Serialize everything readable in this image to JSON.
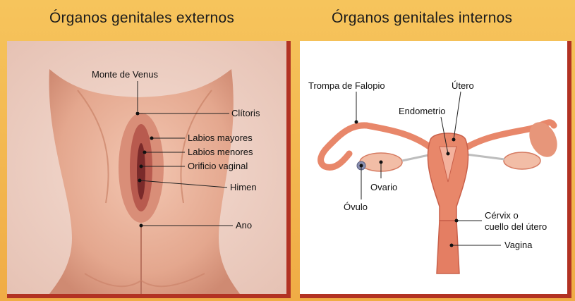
{
  "titles": {
    "external": "Órganos genitales externos",
    "internal": "Órganos genitales internos"
  },
  "external_labels": {
    "monte": "Monte de Venus",
    "clitoris": "Clítoris",
    "labios_mayores": "Labios mayores",
    "labios_menores": "Labios menores",
    "orificio": "Orificio vaginal",
    "himen": "Himen",
    "ano": "Ano"
  },
  "internal_labels": {
    "trompa": "Trompa de Falopio",
    "utero": "Útero",
    "endometrio": "Endometrio",
    "ovario": "Ovario",
    "ovulo": "Óvulo",
    "cervix_1": "Cérvix o",
    "cervix_2": "cuello del útero",
    "vagina": "Vagina"
  },
  "colors": {
    "background": "#f3b54c",
    "panel_border": "#b23223",
    "skin": "#e9b29a",
    "organ": "#e8876a"
  }
}
